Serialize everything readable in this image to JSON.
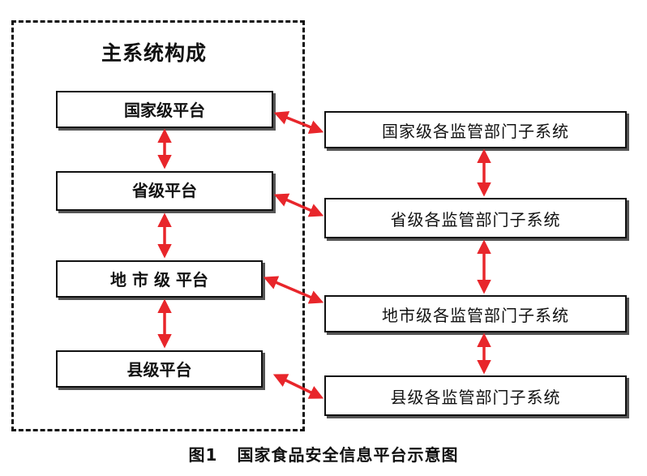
{
  "main_system": {
    "title": "主系统构成",
    "platforms": [
      {
        "label": "国家级平台"
      },
      {
        "label": "省级平台"
      },
      {
        "label": "地 市 级 平台"
      },
      {
        "label": "县级平台"
      }
    ]
  },
  "subsystems": [
    {
      "label": "国家级各监管部门子系统"
    },
    {
      "label": "省级各监管部门子系统"
    },
    {
      "label": "地市级各监管部门子系统"
    },
    {
      "label": "县级各监管部门子系统"
    }
  ],
  "caption": {
    "number": "图1",
    "text": "国家食品安全信息平台示意图"
  },
  "colors": {
    "arrow": "#e8262b",
    "border": "#111111",
    "shadow": "#555555"
  }
}
